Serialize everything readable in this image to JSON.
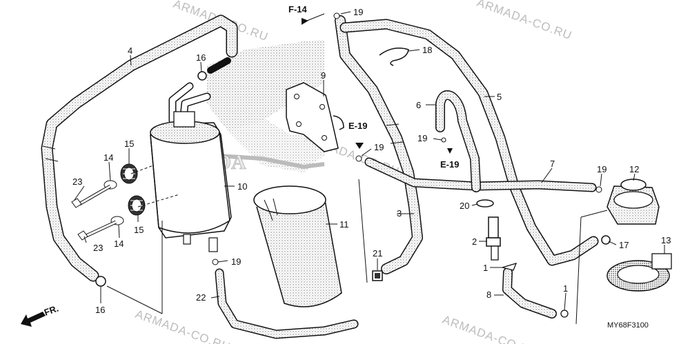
{
  "diagram": {
    "code": "MY68F3100",
    "front_arrow_label": "FR.",
    "watermark": "ARMADA-CO.RU",
    "references": [
      {
        "id": "ref-f14",
        "label": "F-14"
      },
      {
        "id": "ref-e19-a",
        "label": "E-19"
      },
      {
        "id": "ref-e19-b",
        "label": "E-19"
      }
    ],
    "callouts": [
      {
        "id": "c4",
        "label": "4"
      },
      {
        "id": "c16a",
        "label": "16"
      },
      {
        "id": "c19a",
        "label": "19"
      },
      {
        "id": "c18",
        "label": "18"
      },
      {
        "id": "c9",
        "label": "9"
      },
      {
        "id": "c5",
        "label": "5"
      },
      {
        "id": "c6",
        "label": "6"
      },
      {
        "id": "c19b",
        "label": "19"
      },
      {
        "id": "c19c",
        "label": "19"
      },
      {
        "id": "c7",
        "label": "7"
      },
      {
        "id": "c19d",
        "label": "19"
      },
      {
        "id": "c12",
        "label": "12"
      },
      {
        "id": "c15a",
        "label": "15"
      },
      {
        "id": "c14a",
        "label": "14"
      },
      {
        "id": "c23a",
        "label": "23"
      },
      {
        "id": "c10",
        "label": "10"
      },
      {
        "id": "c11",
        "label": "11"
      },
      {
        "id": "c3",
        "label": "3"
      },
      {
        "id": "c20",
        "label": "20"
      },
      {
        "id": "c2",
        "label": "2"
      },
      {
        "id": "c17",
        "label": "17"
      },
      {
        "id": "c13",
        "label": "13"
      },
      {
        "id": "c15b",
        "label": "15"
      },
      {
        "id": "c23b",
        "label": "23"
      },
      {
        "id": "c14b",
        "label": "14"
      },
      {
        "id": "c21",
        "label": "21"
      },
      {
        "id": "c19e",
        "label": "19"
      },
      {
        "id": "c1a",
        "label": "1"
      },
      {
        "id": "c1b",
        "label": "1"
      },
      {
        "id": "c8",
        "label": "8"
      },
      {
        "id": "c16b",
        "label": "16"
      },
      {
        "id": "c22",
        "label": "22"
      }
    ]
  }
}
